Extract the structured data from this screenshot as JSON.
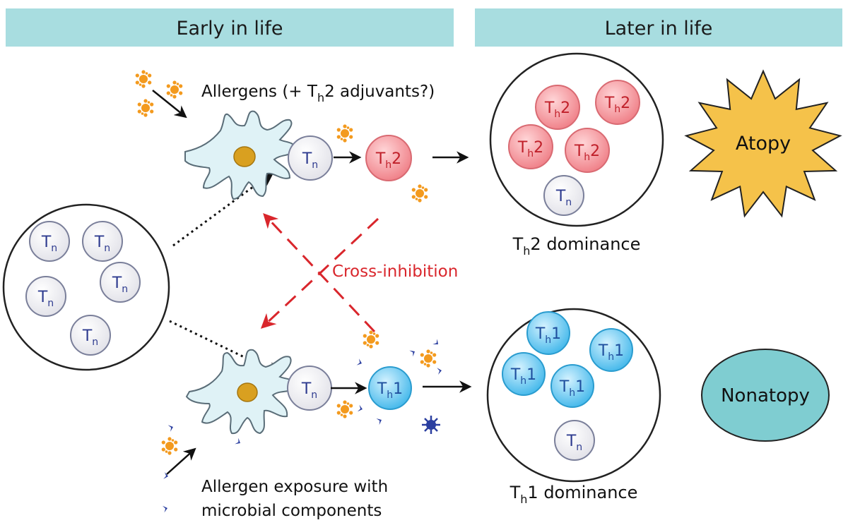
{
  "headers": {
    "early": "Early in life",
    "later": "Later in life"
  },
  "cells": {
    "naive": {
      "main": "T",
      "sub": "n",
      "num": ""
    },
    "th2": {
      "main": "T",
      "sub": "h",
      "num": "2"
    },
    "th1": {
      "main": "T",
      "sub": "h",
      "num": "1"
    }
  },
  "labels": {
    "allergens_prefix": "Allergens (+ T",
    "allergens_sub": "h",
    "allergens_suffix": "2 adjuvants?)",
    "cross_inhibition": "Cross-inhibition",
    "th2_dom_main": "T",
    "th2_dom_sub": "h",
    "th2_dom_suffix": "2 dominance",
    "th1_dom_main": "T",
    "th1_dom_sub": "h",
    "th1_dom_suffix": "1 dominance",
    "exposure_line1": "Allergen exposure with",
    "exposure_line2": "microbial components"
  },
  "outcomes": {
    "atopy": "Atopy",
    "nonatopy": "Nonatopy"
  },
  "colors": {
    "header_band": "#a8dde0",
    "th2_fill": "#f08a8f",
    "th2_text": "#c0202a",
    "th1_fill": "#5cc3ef",
    "th1_text": "#1f4f9e",
    "naive_text": "#2e3b8f",
    "cross_inhibition": "#d9262c",
    "atopy_fill": "#f5c24a",
    "nonatopy_fill": "#7fcdd1",
    "allergen": "#f39a1e",
    "microbe": "#2b3fa0"
  }
}
